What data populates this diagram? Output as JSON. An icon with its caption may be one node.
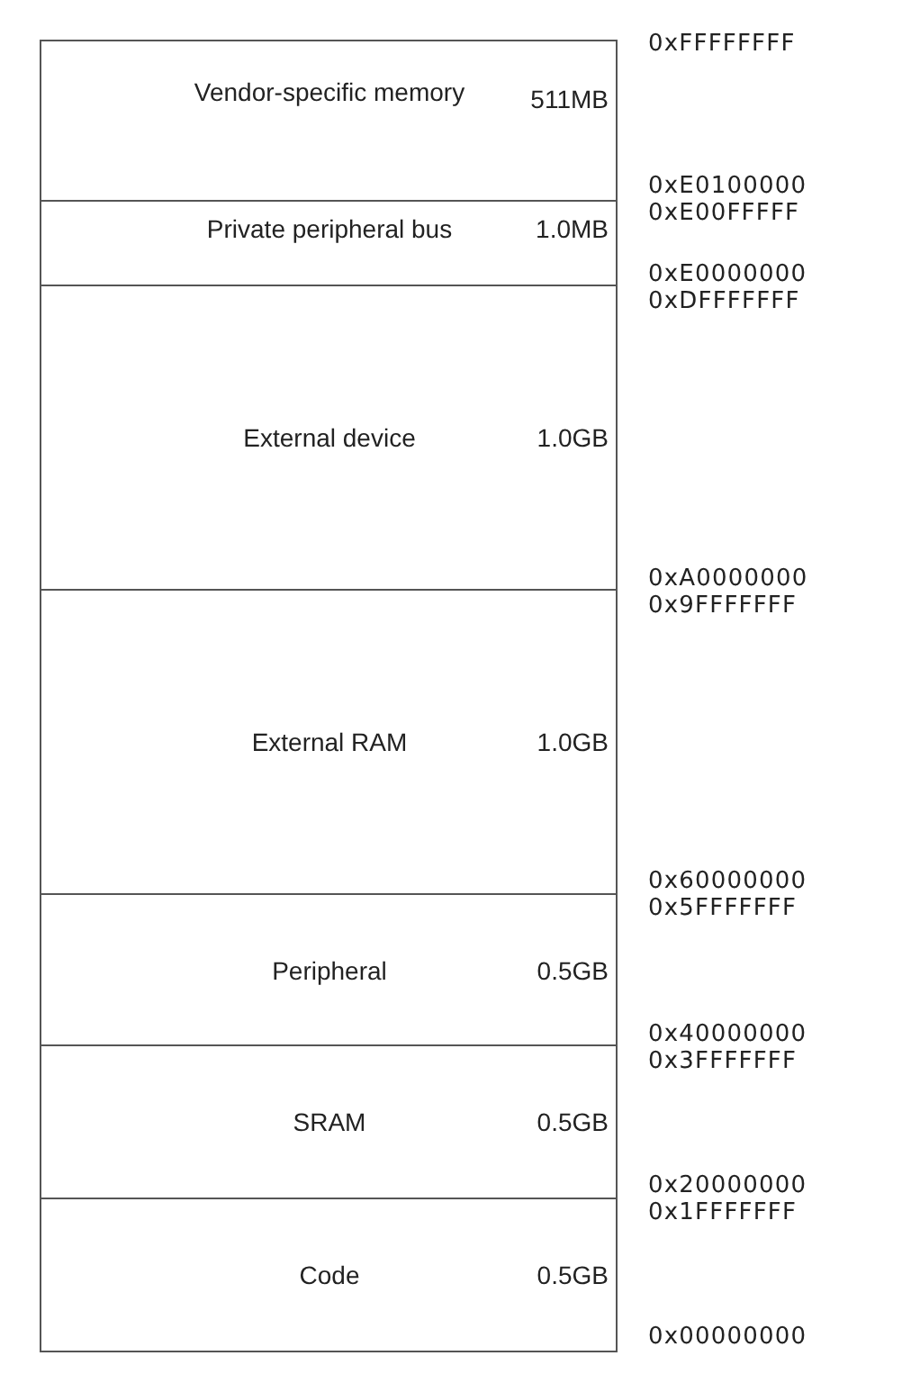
{
  "diagram": {
    "nodes": [
      {
        "text": [
          "Vendor-specific memory",
          "511MB"
        ]
      },
      {
        "text": [
          "Private peripheral bus",
          "1.0MB"
        ]
      },
      {
        "text": [
          "External device",
          "1.0GB"
        ]
      },
      {
        "text": [
          "External RAM",
          "1.0GB"
        ]
      },
      {
        "text": [
          "Peripheral",
          "0.5GB"
        ]
      },
      {
        "text": [
          "SRAM",
          "0.5GB"
        ]
      },
      {
        "text": [
          "Code",
          "0.5GB"
        ]
      }
    ],
    "labels": [
      "0xFFFFFFFF",
      "0xE0100000",
      "0xE00FFFFF",
      "0xE0000000",
      "0xDFFFFFFF",
      "0xA0000000",
      "0x9FFFFFFF",
      "0x60000000",
      "0x5FFFFFFF",
      "0x40000000",
      "0x3FFFFFFF",
      "0x20000000",
      "0x1FFFFFFF",
      "0x00000000"
    ]
  }
}
